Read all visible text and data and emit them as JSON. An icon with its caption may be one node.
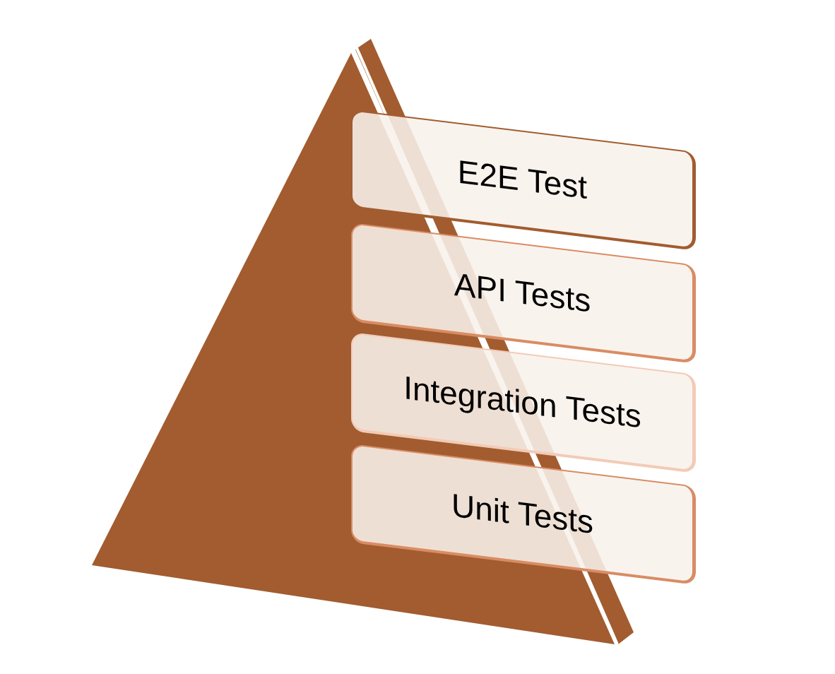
{
  "diagram": {
    "nodes": [
      {
        "text": [
          "E2E Test"
        ]
      },
      {
        "text": [
          "API Tests"
        ]
      },
      {
        "text": [
          "Integration Tests"
        ]
      },
      {
        "text": [
          "Unit Tests"
        ]
      }
    ]
  }
}
